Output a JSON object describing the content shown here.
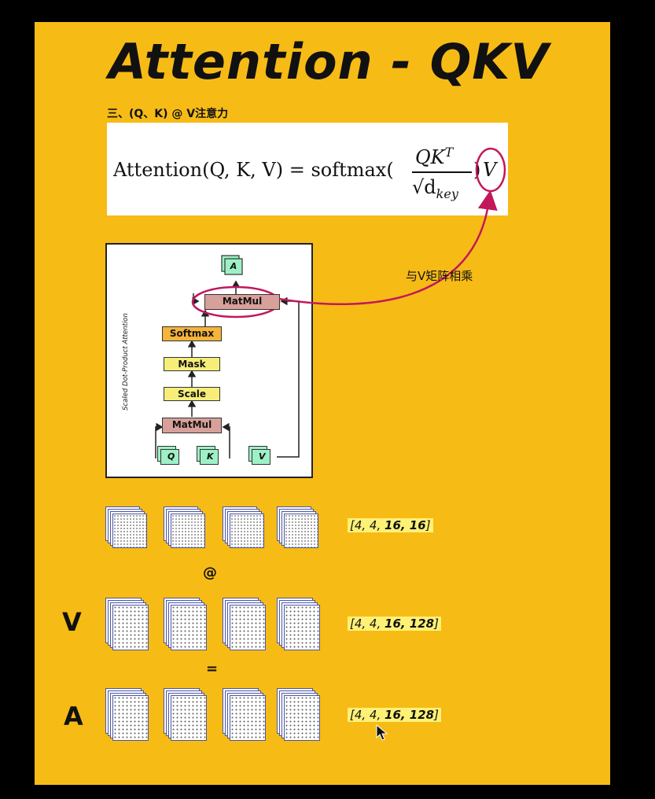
{
  "title": "Attention - QKV",
  "subtitle": "三、(Q、K) @ V注意力",
  "formula": {
    "lhs": "Attention(Q, K, V) = softmax(",
    "numerator": "QK",
    "numerator_sup": "T",
    "denominator": "√d",
    "denominator_sub": "key",
    "close": ")",
    "v": "V"
  },
  "annotation": "与V矩阵相乘",
  "diagram": {
    "side_label": "Scaled Dot-Product Attention",
    "output_label": "A",
    "blocks": {
      "matmul_top": "MatMul",
      "softmax": "Softmax",
      "mask": "Mask",
      "scale": "Scale",
      "matmul_bottom": "MatMul"
    },
    "inputs": {
      "q": "Q",
      "k": "K",
      "v": "V"
    }
  },
  "rows": [
    {
      "label": "",
      "shape": "[4, 4, 16, 16]",
      "shape_plain": "[4, 4, ",
      "shape_bold": "16, 16",
      "shape_end": "]"
    },
    {
      "label": "V",
      "shape": "[4, 4, 16, 128]",
      "shape_plain": "[4, 4, ",
      "shape_bold": "16, 128",
      "shape_end": "]"
    },
    {
      "label": "A",
      "shape": "[4, 4, 16, 128]",
      "shape_plain": "[4, 4, ",
      "shape_bold": "16, 128",
      "shape_end": "]"
    }
  ],
  "operators": {
    "matmul": "@",
    "equals": "="
  },
  "colors": {
    "slide_bg": "#f7bb16",
    "highlight": "#c2185b",
    "matmul": "#d7a09a",
    "softmax": "#f5b43a",
    "yellow_block": "#f7ee7a",
    "input": "#9ef0c6"
  }
}
